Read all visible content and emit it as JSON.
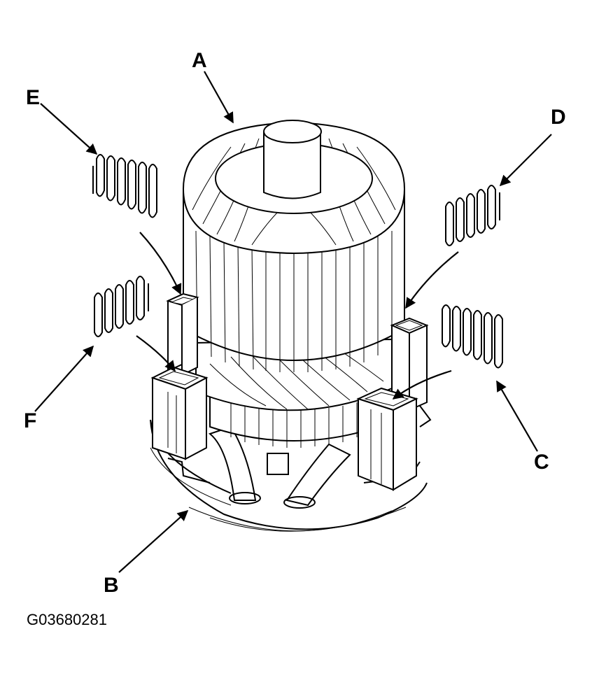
{
  "figure": {
    "callouts": {
      "a": "A",
      "b": "B",
      "c": "C",
      "d": "D",
      "e": "E",
      "f": "F"
    },
    "figure_id": "G03680281"
  },
  "components": {
    "armature": "armature-icon",
    "brush_holder": "brush-holder-icon",
    "spring": "coil-spring-icon"
  }
}
